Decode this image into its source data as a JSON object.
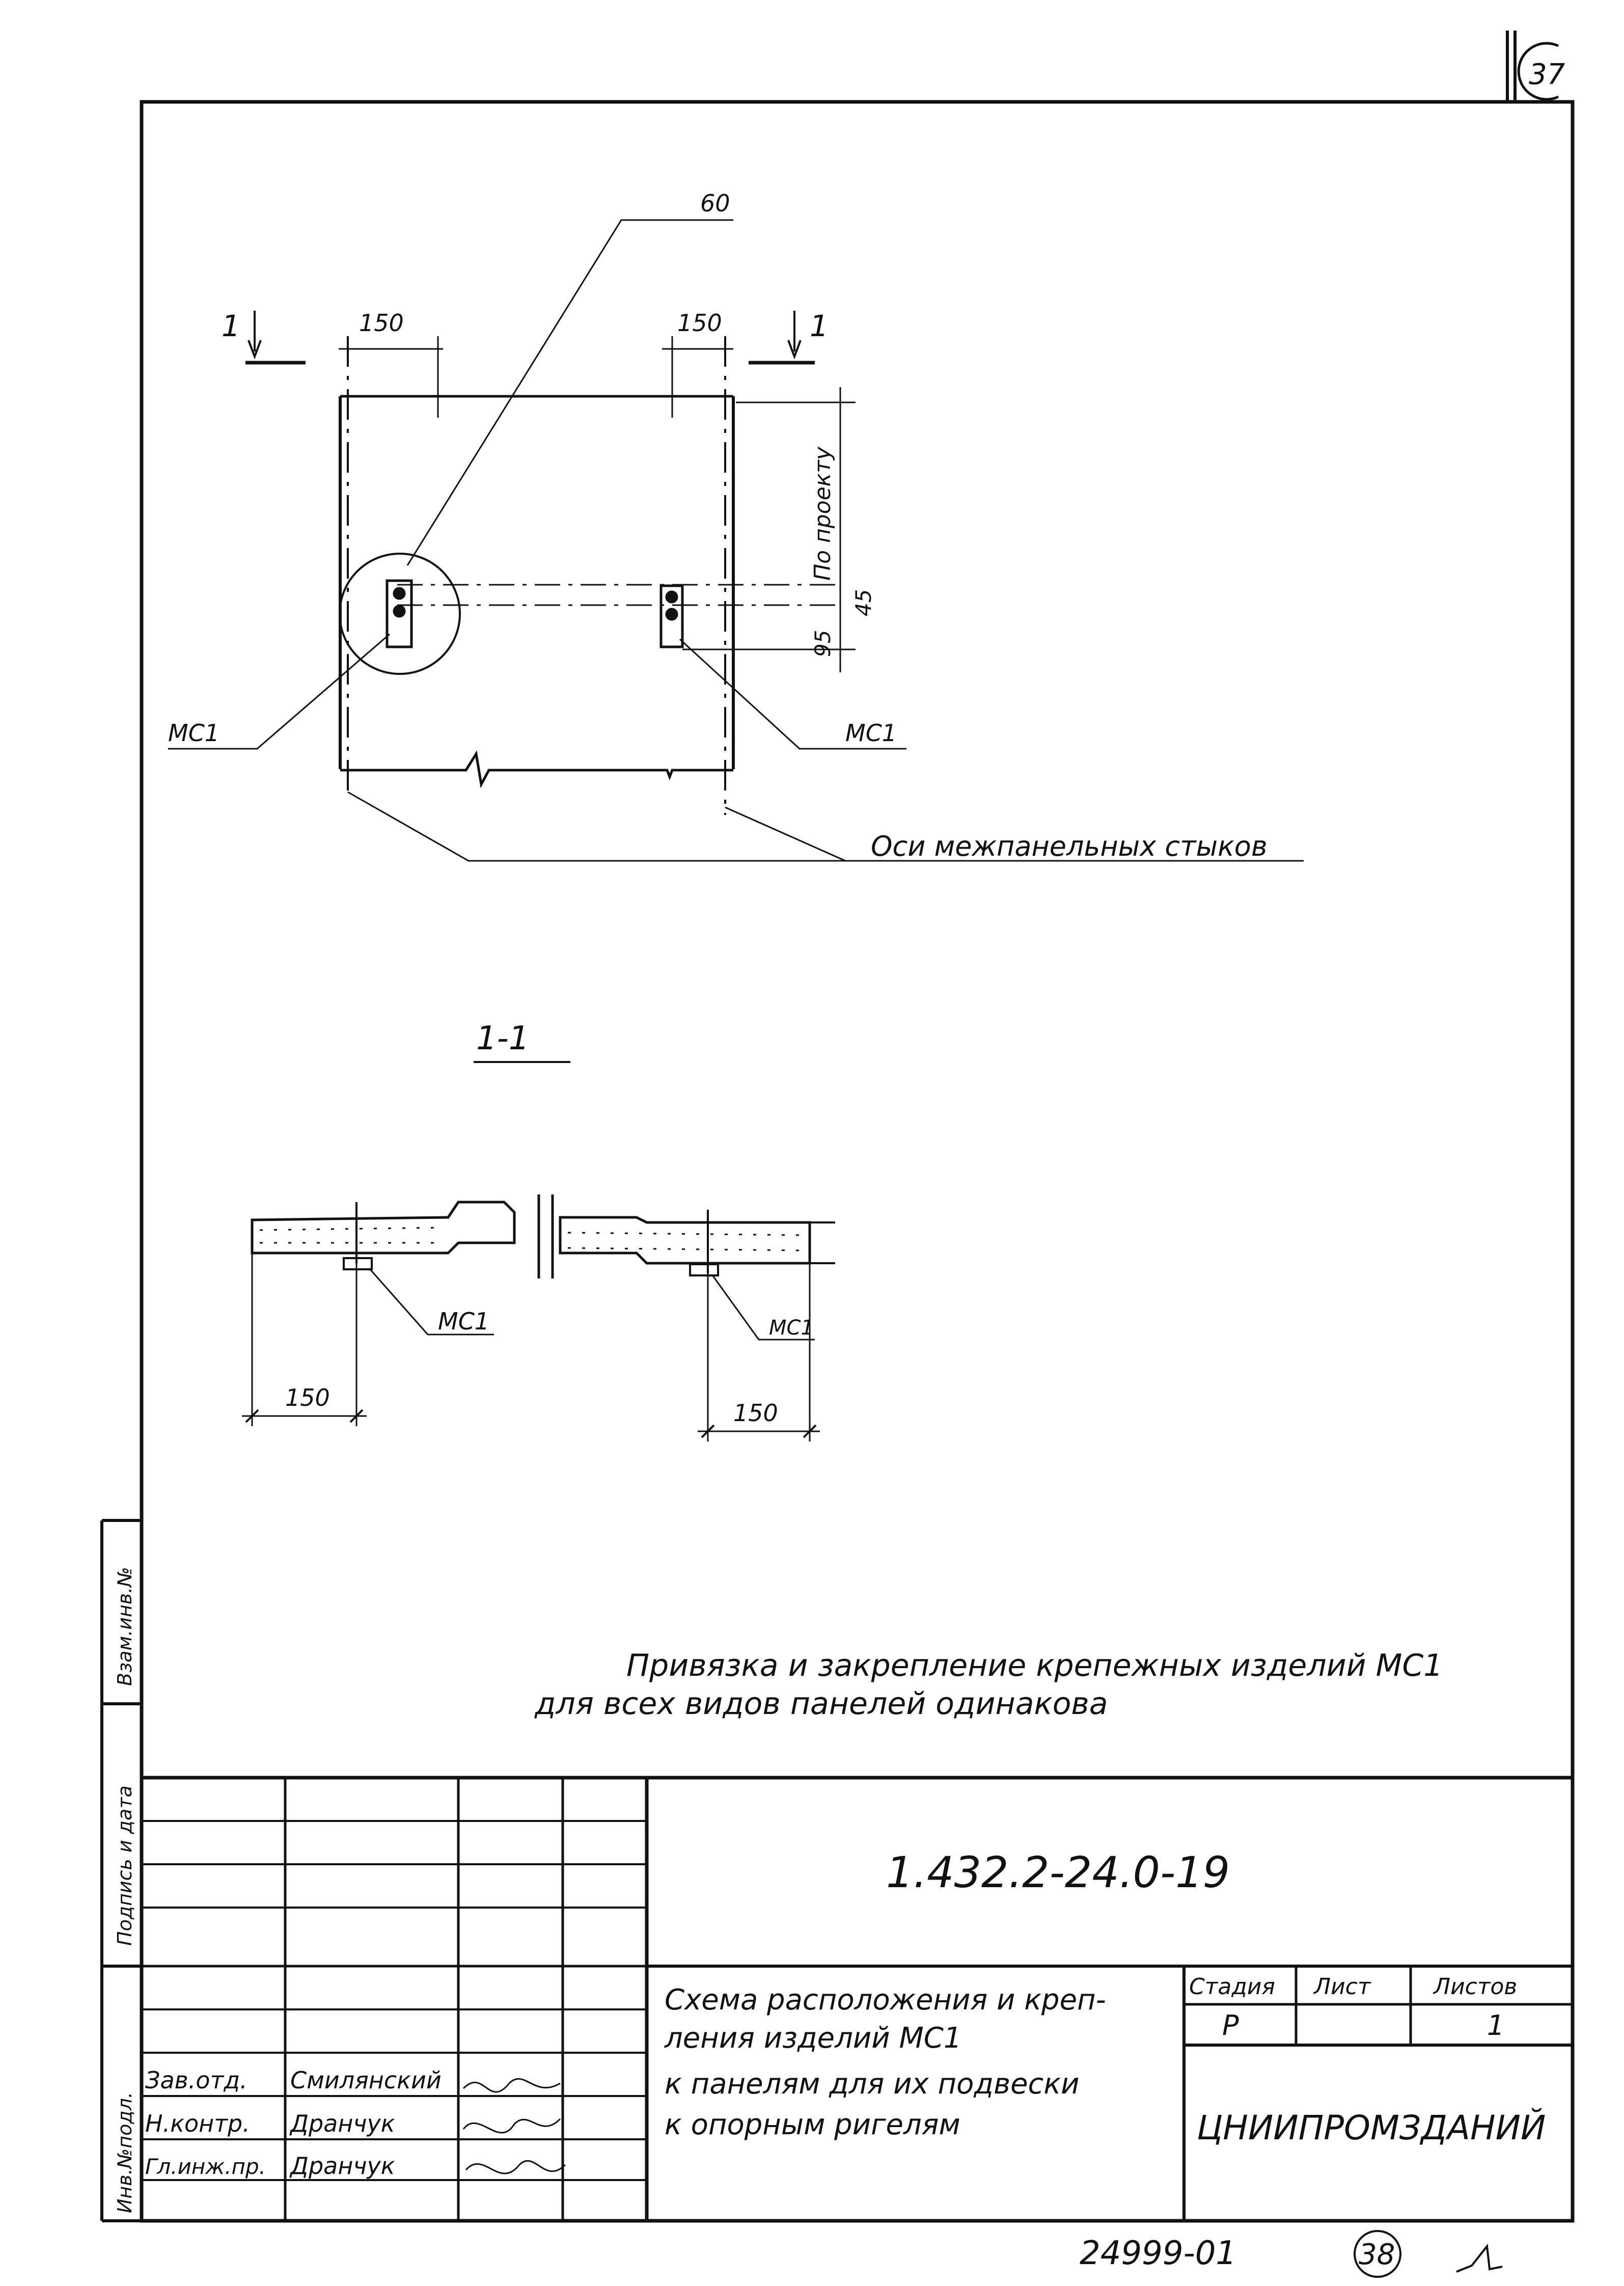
{
  "sheet_number_top": "37",
  "plan": {
    "leader_60": "60",
    "section_mark_left": "1",
    "section_mark_right": "1",
    "dim_150_left": "150",
    "dim_150_right": "150",
    "dim_by_project": "По проекту",
    "dim_45": "45",
    "dim_95": "95",
    "label_mc1_left": "МС1",
    "label_mc1_right": "МС1",
    "label_axes": "Оси межпанельных стыков"
  },
  "section": {
    "title": "1-1",
    "label_mc1_left": "МС1",
    "label_mc1_right": "МС1",
    "dim_150_left": "150",
    "dim_150_right": "150"
  },
  "note": {
    "line1": "Привязка и закрепление крепежных изделий МС1",
    "line2": "для всех видов панелей одинакова"
  },
  "side_labels": {
    "inv_no": "Инв.№подл.",
    "sign_date": "Подпись и дата",
    "replaces": "Взам.инв.№"
  },
  "title_block": {
    "doc_code": "1.432.2-24.0-19",
    "description_lines": [
      "Схема расположения и креп-",
      "ления изделий МС1",
      "к панелям для их подвески",
      "к опорным ригелям"
    ],
    "stage_header": "Стадия",
    "sheet_header": "Лист",
    "sheets_header": "Листов",
    "stage_value": "Р",
    "sheet_value": "",
    "sheets_value": "1",
    "organization": "ЦНИИПРОМЗДАНИЙ",
    "signers": [
      {
        "role": "Зав.отд.",
        "name": "Смилянский"
      },
      {
        "role": "Н.контр.",
        "name": "Дранчук"
      },
      {
        "role": "Гл.инж.пр.",
        "name": "Дранчук"
      }
    ]
  },
  "footer": {
    "archive_number": "24999-01",
    "page_number": "38"
  }
}
